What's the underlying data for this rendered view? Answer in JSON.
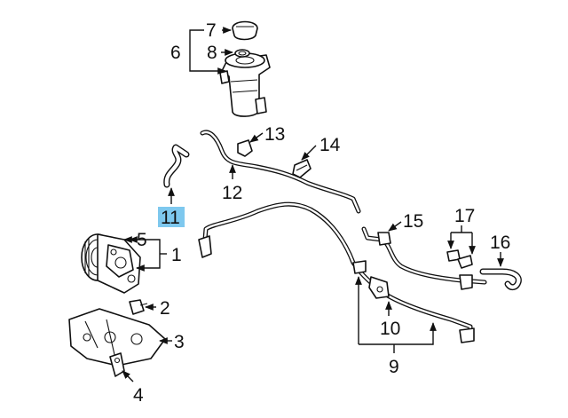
{
  "callouts": {
    "c1": "1",
    "c2": "2",
    "c3": "3",
    "c4": "4",
    "c5": "5",
    "c6": "6",
    "c7": "7",
    "c8": "8",
    "c9": "9",
    "c10": "10",
    "c11": "11",
    "c12": "12",
    "c13": "13",
    "c14": "14",
    "c15": "15",
    "c16": "16",
    "c17": "17"
  },
  "highlight": {
    "callout": "11",
    "color": "#7ec8ee"
  },
  "colors": {
    "line": "#111111",
    "fill": "#ffffff"
  }
}
